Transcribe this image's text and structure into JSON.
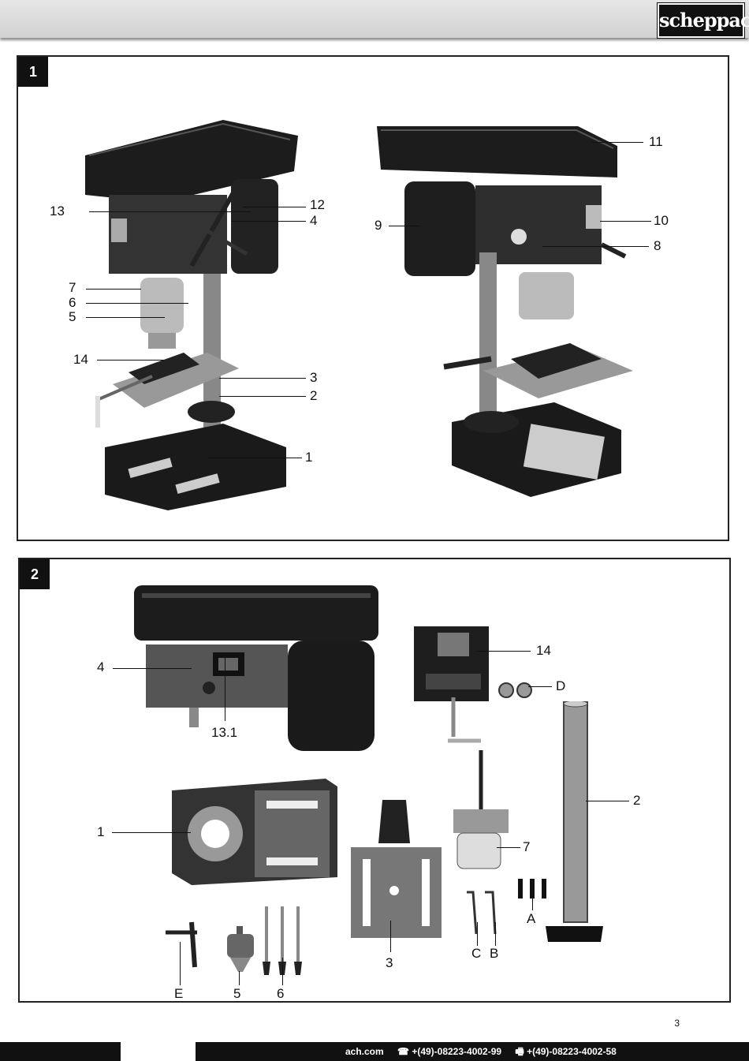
{
  "header": {
    "logo_text": "scheppach"
  },
  "figure1": {
    "number": "1",
    "callouts": {
      "c1": "1",
      "c2": "2",
      "c3": "3",
      "c4": "4",
      "c5": "5",
      "c6": "6",
      "c7": "7",
      "c8": "8",
      "c9": "9",
      "c10": "10",
      "c11": "11",
      "c12": "12",
      "c13": "13",
      "c14": "14"
    }
  },
  "figure2": {
    "number": "2",
    "callouts": {
      "c4": "4",
      "c13_1": "13.1",
      "c14": "14",
      "cD": "D",
      "c2": "2",
      "c1": "1",
      "c7": "7",
      "cA": "A",
      "c3": "3",
      "cC": "C",
      "cB": "B",
      "cE": "E",
      "c5": "5",
      "c6": "6"
    }
  },
  "page_number": "3",
  "footer": {
    "website": "ach.com",
    "phone": "☎ +(49)-08223-4002-99",
    "fax": "🖷 +(49)-08223-4002-58"
  }
}
